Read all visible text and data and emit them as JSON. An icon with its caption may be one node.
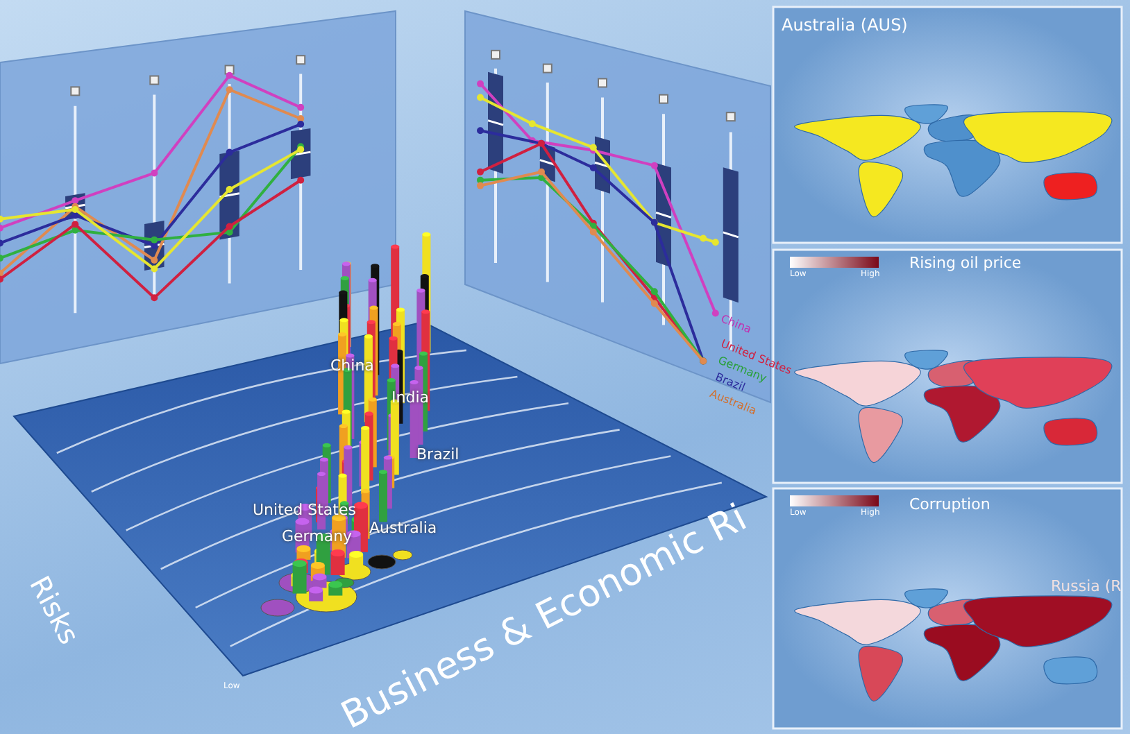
{
  "diagram": {
    "labels": [
      "China",
      "United States",
      "Germany",
      "Brazil",
      "Australia",
      "Australia (AUS)",
      "Low",
      "High",
      "Rising oil price",
      "China",
      "India",
      "Brazil",
      "United States",
      "Germany",
      "Australia",
      "Risks",
      "Business & Economic Ri",
      "Low",
      "Low",
      "High",
      "Corruption",
      "Russia (R"
    ]
  }
}
